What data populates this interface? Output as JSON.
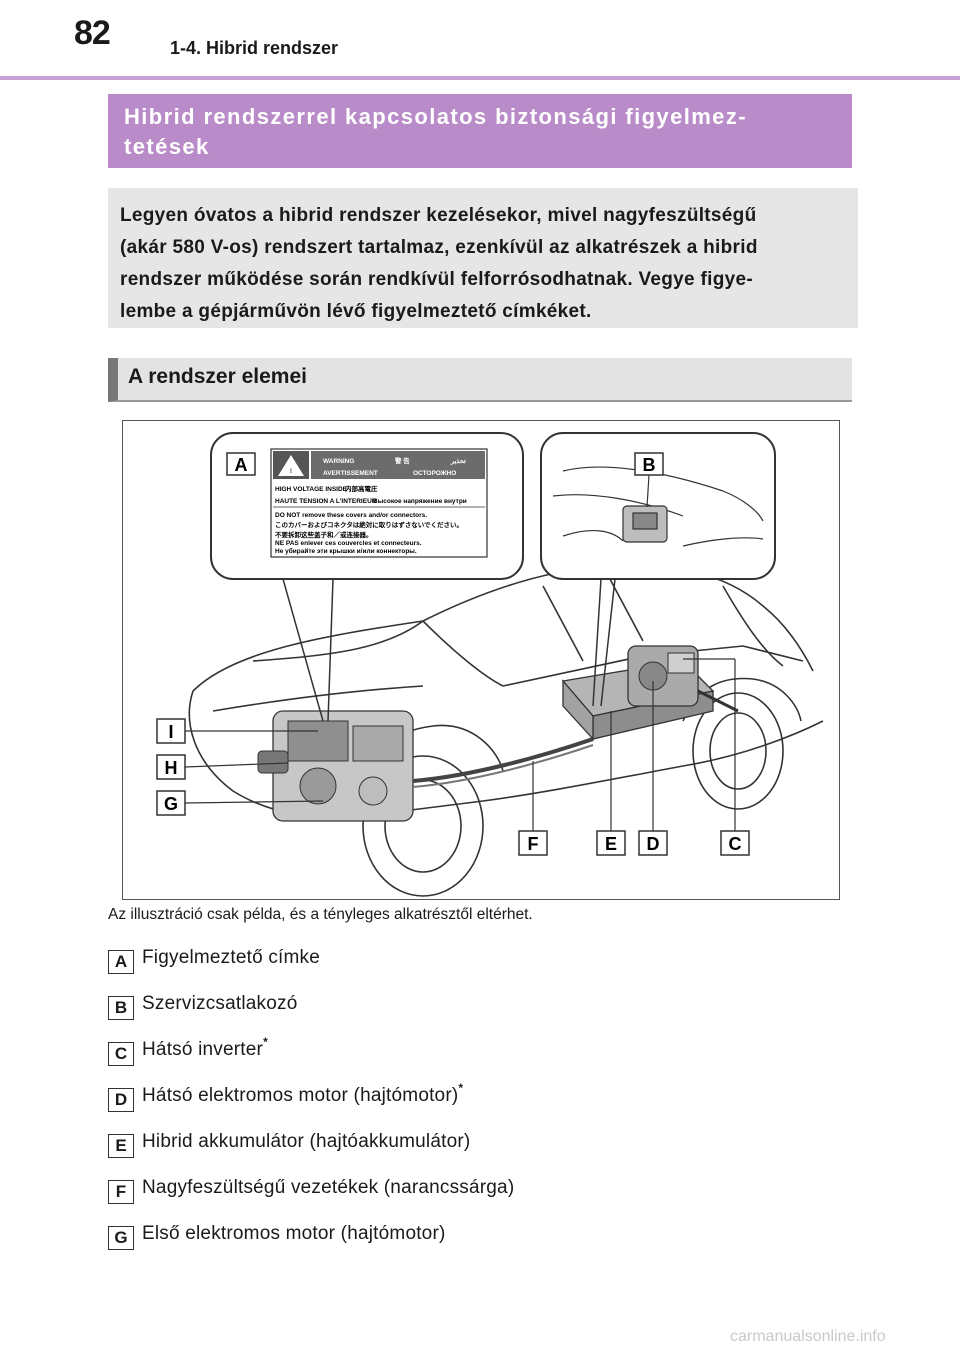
{
  "header": {
    "page_number": "82",
    "section": "1-4. Hibrid rendszer"
  },
  "title": {
    "line1": "Hibrid rendszerrel kapcsolatos biztonsági figyelmez-",
    "line2": "tetések"
  },
  "warning": {
    "line1": "Legyen óvatos a hibrid rendszer kezelésekor, mivel nagyfeszültségű",
    "line2": "(akár 580 V-os) rendszert tartalmaz, ezenkívül az alkatrészek a hibrid",
    "line3": "rendszer működése során rendkívül felforrósodhatnak. Vegye figye-",
    "line4": "lembe a gépjárművön lévő figyelmeztető címkéket."
  },
  "subsection": {
    "title": "A rendszer elemei"
  },
  "illustration": {
    "label_sticker": {
      "warning": "WARNING",
      "warning_jp": "警 告",
      "avertissement": "AVERTISSEMENT",
      "ostorozhno": "ОСТОРОЖНО",
      "arabic_warning": "تحذير",
      "hv_inside": "HIGH VOLTAGE INSIDE",
      "hv_jp": "内部高電圧",
      "haute_tension": "HAUTE TENSION A L'INTERIEUR",
      "ru_hv": "Высокое напряжение внутри",
      "do_not": "DO NOT remove these covers and/or connectors.",
      "jp_line": "このカバーおよびコネクタは絶対に取りはずさないでください。",
      "cn_line": "不要拆卸这些盖子和／或连接器。",
      "ne_pas": "NE PAS enlever ces couvercles et connecteurs.",
      "ru_line": "Не убирайте эти крышки и/или коннекторы."
    },
    "callouts": [
      "A",
      "B",
      "C",
      "D",
      "E",
      "F",
      "G",
      "H",
      "I"
    ]
  },
  "caption": "Az illusztráció csak példa, és a tényleges alkatrésztől eltérhet.",
  "legend": [
    {
      "key": "A",
      "text": "Figyelmeztető címke",
      "note": ""
    },
    {
      "key": "B",
      "text": "Szervizcsatlakozó",
      "note": ""
    },
    {
      "key": "C",
      "text": "Hátsó inverter",
      "note": "*"
    },
    {
      "key": "D",
      "text": "Hátsó elektromos motor (hajtómotor)",
      "note": "*"
    },
    {
      "key": "E",
      "text": "Hibrid akkumulátor (hajtóakkumulátor)",
      "note": ""
    },
    {
      "key": "F",
      "text": "Nagyfeszültségű vezetékek (narancssárga)",
      "note": ""
    },
    {
      "key": "G",
      "text": "Első elektromos motor (hajtómotor)",
      "note": ""
    }
  ],
  "watermark": "carmanualsonline.info"
}
